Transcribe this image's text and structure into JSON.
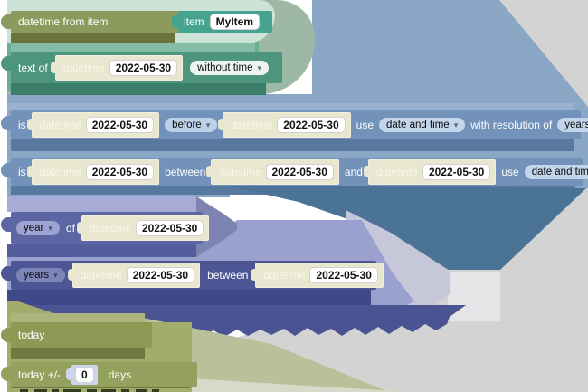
{
  "colors": {
    "olive_block": "#8d9a5e",
    "green_block": "#4e957e",
    "teal_item_block": "#46a390",
    "blue_block": "#7392ba",
    "purple_block": "#5c66a5",
    "indigo_block": "#4c5695",
    "cream_datetime_block": "#e9e7cf",
    "shadow_gray": "#d3d3d3"
  },
  "blocks": {
    "datetime_from_item": {
      "label": "datetime from item",
      "item": {
        "label": "item",
        "value": "MyItem"
      }
    },
    "text_of": {
      "label": "text of",
      "datetime": {
        "label": "datetime",
        "value": "2022-05-30"
      },
      "format": "without time"
    },
    "is_compare": {
      "is": "is",
      "dt1": {
        "label": "datetime",
        "value": "2022-05-30"
      },
      "op": "before",
      "dt2": {
        "label": "datetime",
        "value": "2022-05-30"
      },
      "use": "use",
      "use_value": "date and time",
      "resolution_label": "with resolution of",
      "resolution": "years"
    },
    "is_between": {
      "is": "is",
      "dt1": {
        "label": "datetime",
        "value": "2022-05-30"
      },
      "between": "between",
      "dt2": {
        "label": "datetime",
        "value": "2022-05-30"
      },
      "and": "and",
      "dt3": {
        "label": "datetime",
        "value": "2022-05-30"
      },
      "use": "use",
      "use_value": "date and time"
    },
    "part_of": {
      "part": "year",
      "of": "of",
      "dt": {
        "label": "datetime",
        "value": "2022-05-30"
      }
    },
    "units_between": {
      "units": "years",
      "dt1": {
        "label": "datetime",
        "value": "2022-05-30"
      },
      "between": "between",
      "dt2": {
        "label": "datetime",
        "value": "2022-05-30"
      }
    },
    "today": {
      "label": "today"
    },
    "today_offset": {
      "prefix": "today +/-",
      "value": "0",
      "suffix": "days"
    }
  }
}
